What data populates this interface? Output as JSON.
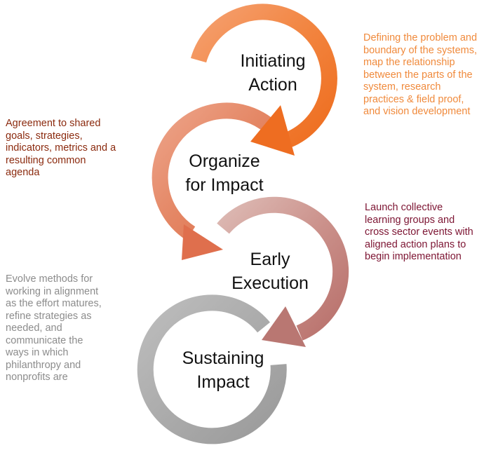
{
  "stages": [
    {
      "line1": "Initiating",
      "line2": "Action",
      "color": "#f07a33"
    },
    {
      "line1": "Organize",
      "line2": "for Impact",
      "color": "#e07e60"
    },
    {
      "line1": "Early",
      "line2": "Execution",
      "color": "#c68885"
    },
    {
      "line1": "Sustaining",
      "line2": "Impact",
      "color": "#a9a9a9"
    }
  ],
  "notes": {
    "initiating": {
      "color": "#f08a3c",
      "lines": [
        "Defining the problem and",
        "boundary of the systems,",
        "map the  relationship",
        "between the parts of the",
        "system,  research",
        "practices & field proof,",
        "and vision development"
      ]
    },
    "organize": {
      "color": "#8b2a0e",
      "lines": [
        "Agreement to shared",
        "goals, strategies,",
        "indicators, metrics and a",
        "resulting common",
        "agenda"
      ]
    },
    "early": {
      "color": "#7d1533",
      "lines": [
        "Launch collective",
        "learning  groups and",
        "cross sector events  with",
        "aligned action plans to",
        "begin implementation"
      ]
    },
    "sustaining": {
      "color": "#8c8c8c",
      "lines": [
        "Evolve methods for",
        "working in alignment",
        "as the effort matures,",
        "refine strategies as",
        "needed, and",
        "communicate the",
        "ways in which",
        "philanthropy and",
        "nonprofits are"
      ]
    }
  }
}
